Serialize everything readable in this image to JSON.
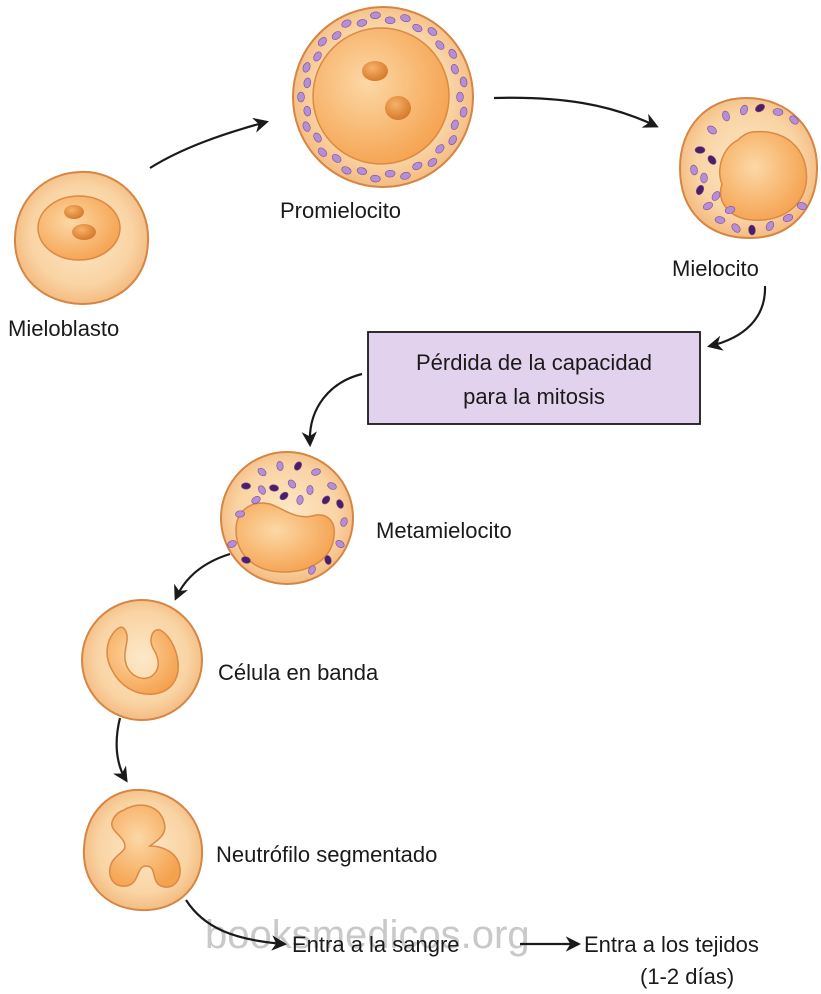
{
  "stages": {
    "mieloblasto": "Mieloblasto",
    "promielocito": "Promielocito",
    "mielocito": "Mielocito",
    "metamielocito": "Metamielocito",
    "celula_banda": "Célula en banda",
    "neutrofilo": "Neutrófilo segmentado"
  },
  "note": {
    "line1": "Pérdida de la capacidad",
    "line2": "para la mitosis"
  },
  "footer": {
    "blood": "Entra a la sangre",
    "tissues": "Entra a los tejidos",
    "duration": "(1-2 días)"
  },
  "watermark": "booksmedicos.org",
  "colors": {
    "cell_fill": "#f9d3a3",
    "cell_edge": "#d68543",
    "nucleus_fill": "#f7ad63",
    "granule_light": "#b68ed6",
    "granule_dark": "#4a1f66",
    "note_box": "#e3d2ee",
    "arrow": "#1a1a1a"
  }
}
